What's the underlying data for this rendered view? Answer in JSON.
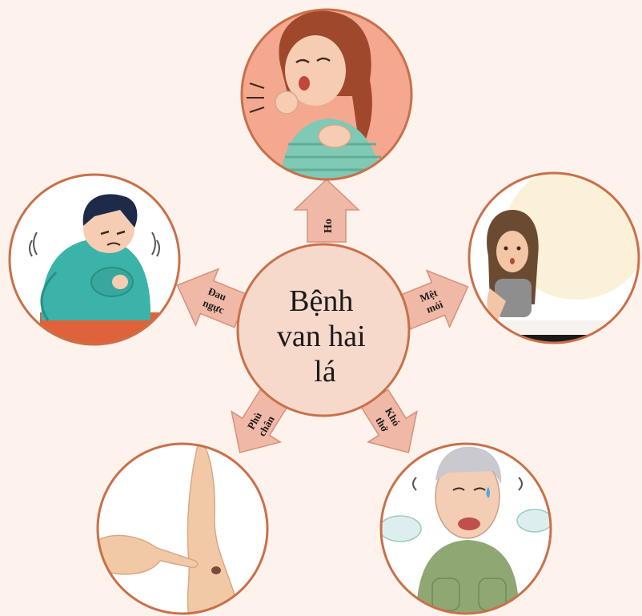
{
  "center": {
    "lines": [
      "Bệnh",
      "van hai",
      "lá"
    ]
  },
  "symptoms": [
    {
      "id": "ho",
      "lines": [
        "Ho"
      ],
      "illustration": "coughing-woman"
    },
    {
      "id": "met-moi",
      "lines": [
        "Mệt",
        "mỏi"
      ],
      "illustration": "tired-woman"
    },
    {
      "id": "kho-tho",
      "lines": [
        "Khó",
        "thở"
      ],
      "illustration": "breathless-old-man"
    },
    {
      "id": "phu-chan",
      "lines": [
        "Phù",
        "chân"
      ],
      "illustration": "swollen-foot"
    },
    {
      "id": "dau-nguc",
      "lines": [
        "Đau",
        "ngực"
      ],
      "illustration": "chest-pain-man"
    }
  ],
  "colors": {
    "background": "#fdf3ec",
    "circle_fill": "#f7d9cc",
    "circle_stroke": "#c9704a",
    "arrow_fill": "#f0b8a6",
    "arrow_stroke": "#d9907a"
  }
}
